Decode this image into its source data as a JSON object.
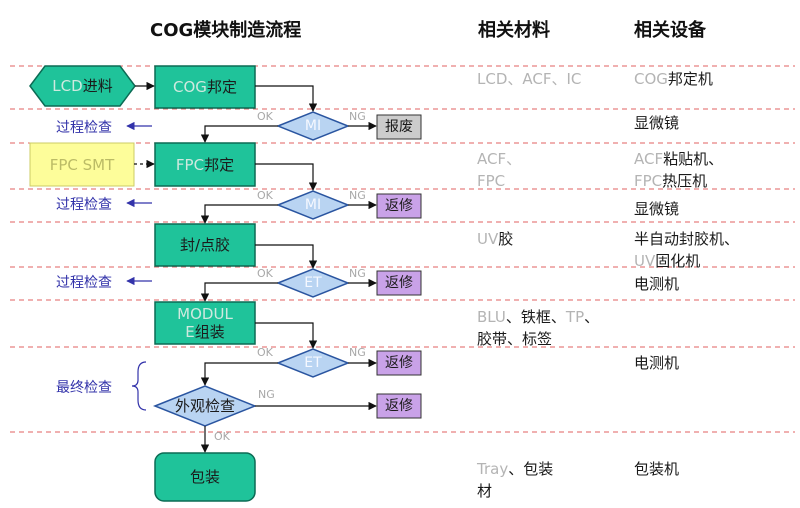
{
  "header": {
    "title": "COG模块制造流程",
    "materials_col": "相关材料",
    "equipment_col": "相关设备"
  },
  "start_nodes": {
    "lcd_gray": "LCD",
    "lcd_dark": "进料",
    "fpc_smt": "FPC SMT"
  },
  "process_steps": {
    "cog_bond_gray": "COG",
    "cog_bond_dark": "邦定",
    "fpc_bond_gray": "FPC",
    "fpc_bond_dark": "邦定",
    "seal": "封/点胶",
    "module_gray_1": "MODUL",
    "module_gray_2": "E",
    "module_dark": "组装",
    "packing": "包装"
  },
  "decisions": {
    "mi_1": "MI",
    "mi_2": "MI",
    "et_1": "ET",
    "et_2": "ET",
    "visual": "外观检查"
  },
  "results": {
    "scrap": "报废",
    "rework_1": "返修",
    "rework_2": "返修",
    "rework_3": "返修",
    "rework_4": "返修"
  },
  "flow_labels": {
    "ok": "OK",
    "ng": "NG"
  },
  "inspections": {
    "process_check": "过程检查",
    "final_check": "最终检查"
  },
  "materials": {
    "row1_gray": "LCD、ACF、IC",
    "row2_line1_gray": "ACF、",
    "row2_line2_gray": "FPC",
    "row3_gray": "UV",
    "row3_dark": "胶",
    "row4_line1_gray_a": "BLU",
    "row4_line1_dark_a": "、铁框、",
    "row4_line1_gray_b": "TP",
    "row4_line1_dark_b": "、",
    "row4_line2": "胶带、标签",
    "row5_gray": "Tray",
    "row5_dark_1": "、包装",
    "row5_dark_2": "材"
  },
  "equipment": {
    "row1_gray": "COG",
    "row1_dark": "邦定机",
    "row2": "显微镜",
    "row3_line1_gray": "ACF",
    "row3_line1_dark": "粘贴机、",
    "row3_line2_gray": "FPC",
    "row3_line2_dark": "热压机",
    "row4": "显微镜",
    "row5_line1": "半自动封胶机、",
    "row5_line2_gray": "UV",
    "row5_line2_dark": "固化机",
    "row6": "电测机",
    "row7": "电测机",
    "row8": "包装机"
  },
  "colors": {
    "process_fill": "#1fc39a",
    "process_stroke": "#0b6b54",
    "decision_fill": "#b9d4f2",
    "decision_stroke": "#2a55a0",
    "rework_fill": "#c9a2e8",
    "scrap_fill": "#cccccc",
    "smt_fill": "#fdfd9a",
    "divider": "#e06060",
    "arrow": "#111111",
    "inspect_arrow": "#3333aa"
  }
}
